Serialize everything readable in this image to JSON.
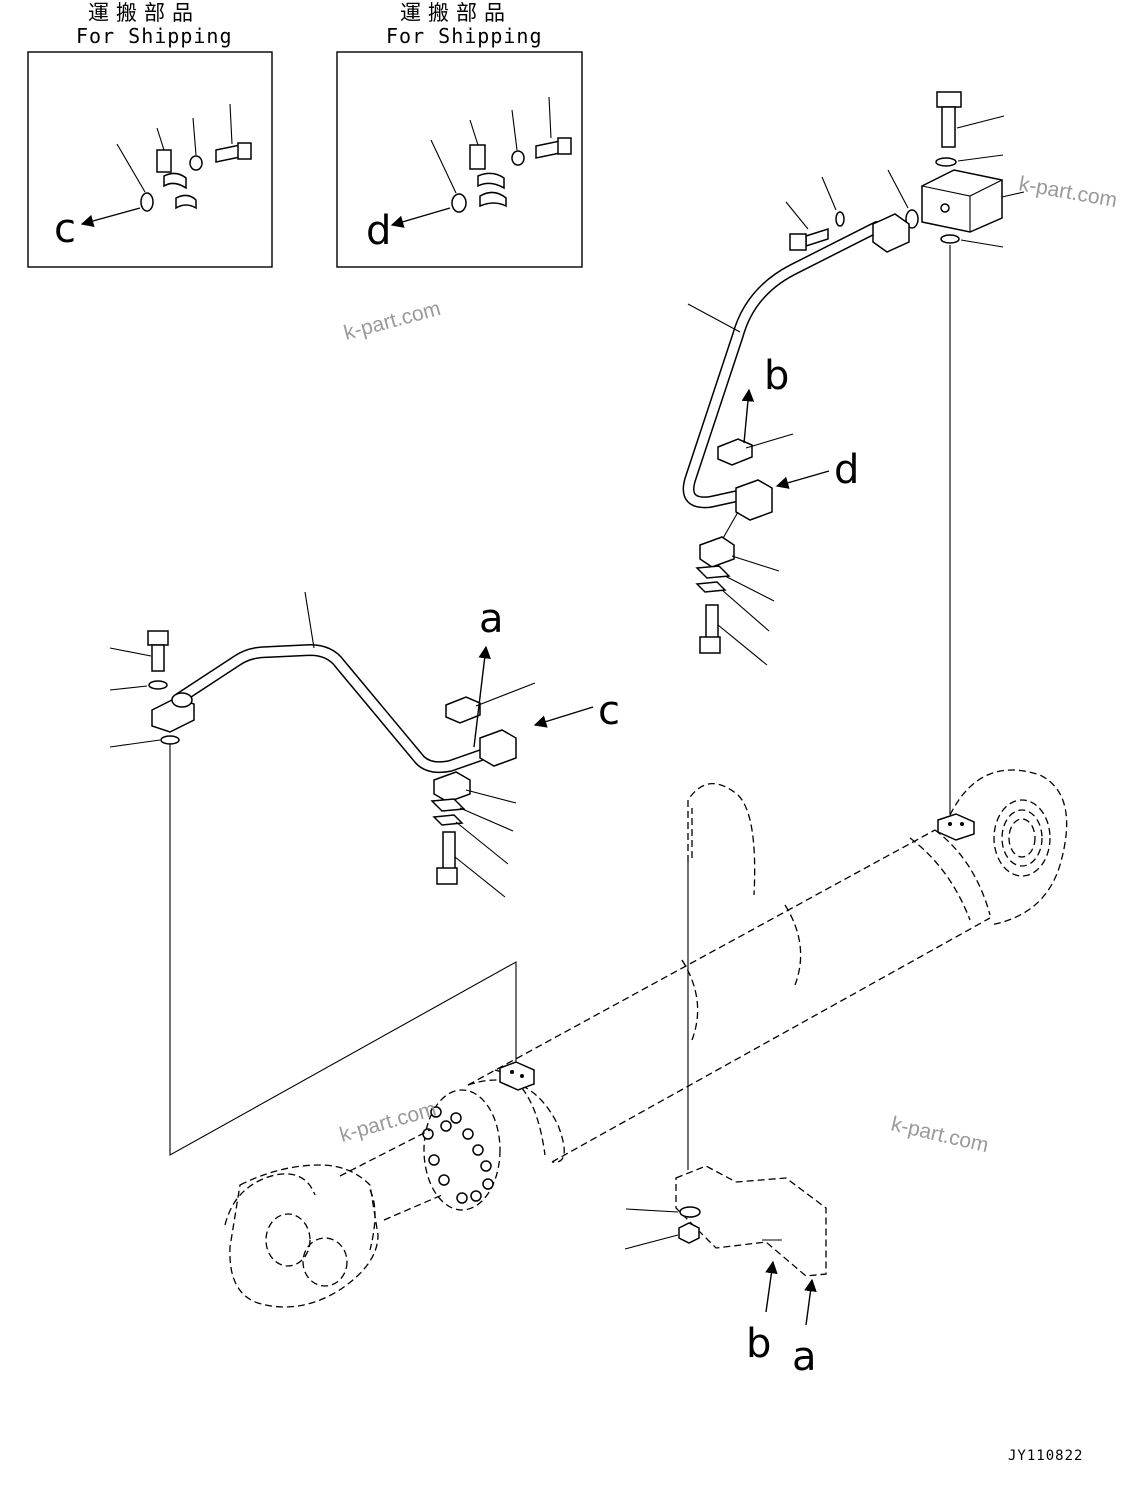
{
  "shipping_box_left": {
    "title_jp": "運搬部品",
    "title_en": "For Shipping",
    "ref": "c"
  },
  "shipping_box_right": {
    "title_jp": "運搬部品",
    "title_en": "For Shipping",
    "ref": "d"
  },
  "refs": {
    "a_top": "a",
    "b_top": "b",
    "c_main": "c",
    "d_main": "d",
    "b_bottom": "b",
    "a_bottom": "a"
  },
  "watermark": "k-part.com",
  "drawing_code": "JY110822"
}
